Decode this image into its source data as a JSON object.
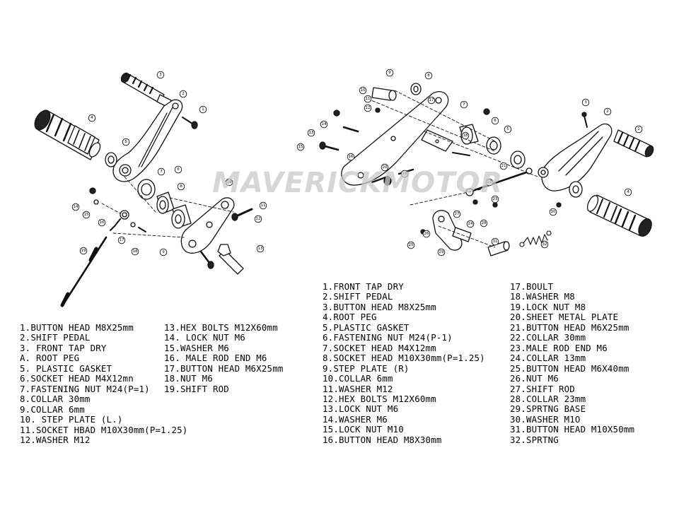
{
  "watermark": "MAVERICKMOTOR",
  "legend_left_col1": [
    "1.BUTTON HEAD M8X25mm",
    "2.SHIFT PEDAL",
    "3. FRONT TAP DRY",
    "A. ROOT PEG",
    "5. PLASTIC GASKET",
    "6.SOCKET HEAD M4X12mn",
    "7.FASTENING NUT M24(P=1)",
    "8.COLLAR 30mm",
    "9.COLLAR 6mm",
    "10. STEP PLATE (L.)",
    "11.SOCKET HBAD M10X30mm(P=1.25)",
    "12.WASHER M12"
  ],
  "legend_left_col2": [
    "13.HEX BOLTS M12X60mm",
    "14. LOCK NUT M6",
    "15.WASHER M6",
    "16. MALE ROD END M6",
    "17.BUTTON HEAD M6X25mm",
    "18.NUT M6",
    "19.SHIFT ROD"
  ],
  "legend_right_col1": [
    "1.FRONT TAP DRY",
    "2.SHIFT PEDAL",
    "3.BUTTON HEAD M8X25mm",
    "4.ROOT PEG",
    "5.PLASTIC GASKET",
    "6.FASTENING NUT M24(P-1)",
    "7.SOCKET HEAD  M4X12mm",
    "8.SOCKET HEAD M10X30mm(P=1.25)",
    "9.STEP PLATE (R)",
    "10.COLLAR 6mm",
    "11.WASHER M12",
    "12.HEX BOLTS M12X60mm",
    "13.LOCK NUT M6",
    "14.WASHER   M6",
    "15.LOCK NUT  M10",
    "16.BUTTON HEAD M8X30mm"
  ],
  "legend_right_col2": [
    "17.BOULT",
    "18.WASHER M8",
    "19.LOCK NUT M8",
    "20.SHEET METAL PLATE",
    "21.BUTTON HEAD M6X25mm",
    "22.COLLAR 30mm",
    "23.MALE ROD END M6",
    "24.COLLAR 13mm",
    "25.BUTTON HEAD M6X40mm",
    "26.NUT M6",
    "27.SHIFT ROD",
    "28.COLLAR 23mm",
    "29.SPRTNG BASE",
    "30.WASHER M1O",
    "31.BUTTON HEAD M10X50mm",
    "32.SPRTNG"
  ],
  "callouts_left": [
    "3",
    "2",
    "1",
    "4",
    "5",
    "6",
    "7",
    "8",
    "9",
    "10",
    "11",
    "12",
    "13",
    "14",
    "15",
    "16",
    "17",
    "18",
    "19"
  ],
  "callouts_right": [
    "1",
    "2",
    "3",
    "4",
    "5",
    "6",
    "7",
    "8",
    "9",
    "10",
    "11",
    "12",
    "13",
    "14",
    "15",
    "16",
    "17",
    "18",
    "19",
    "20",
    "21",
    "22",
    "23",
    "24",
    "25",
    "26",
    "27",
    "28",
    "29",
    "30",
    "31",
    "32"
  ]
}
